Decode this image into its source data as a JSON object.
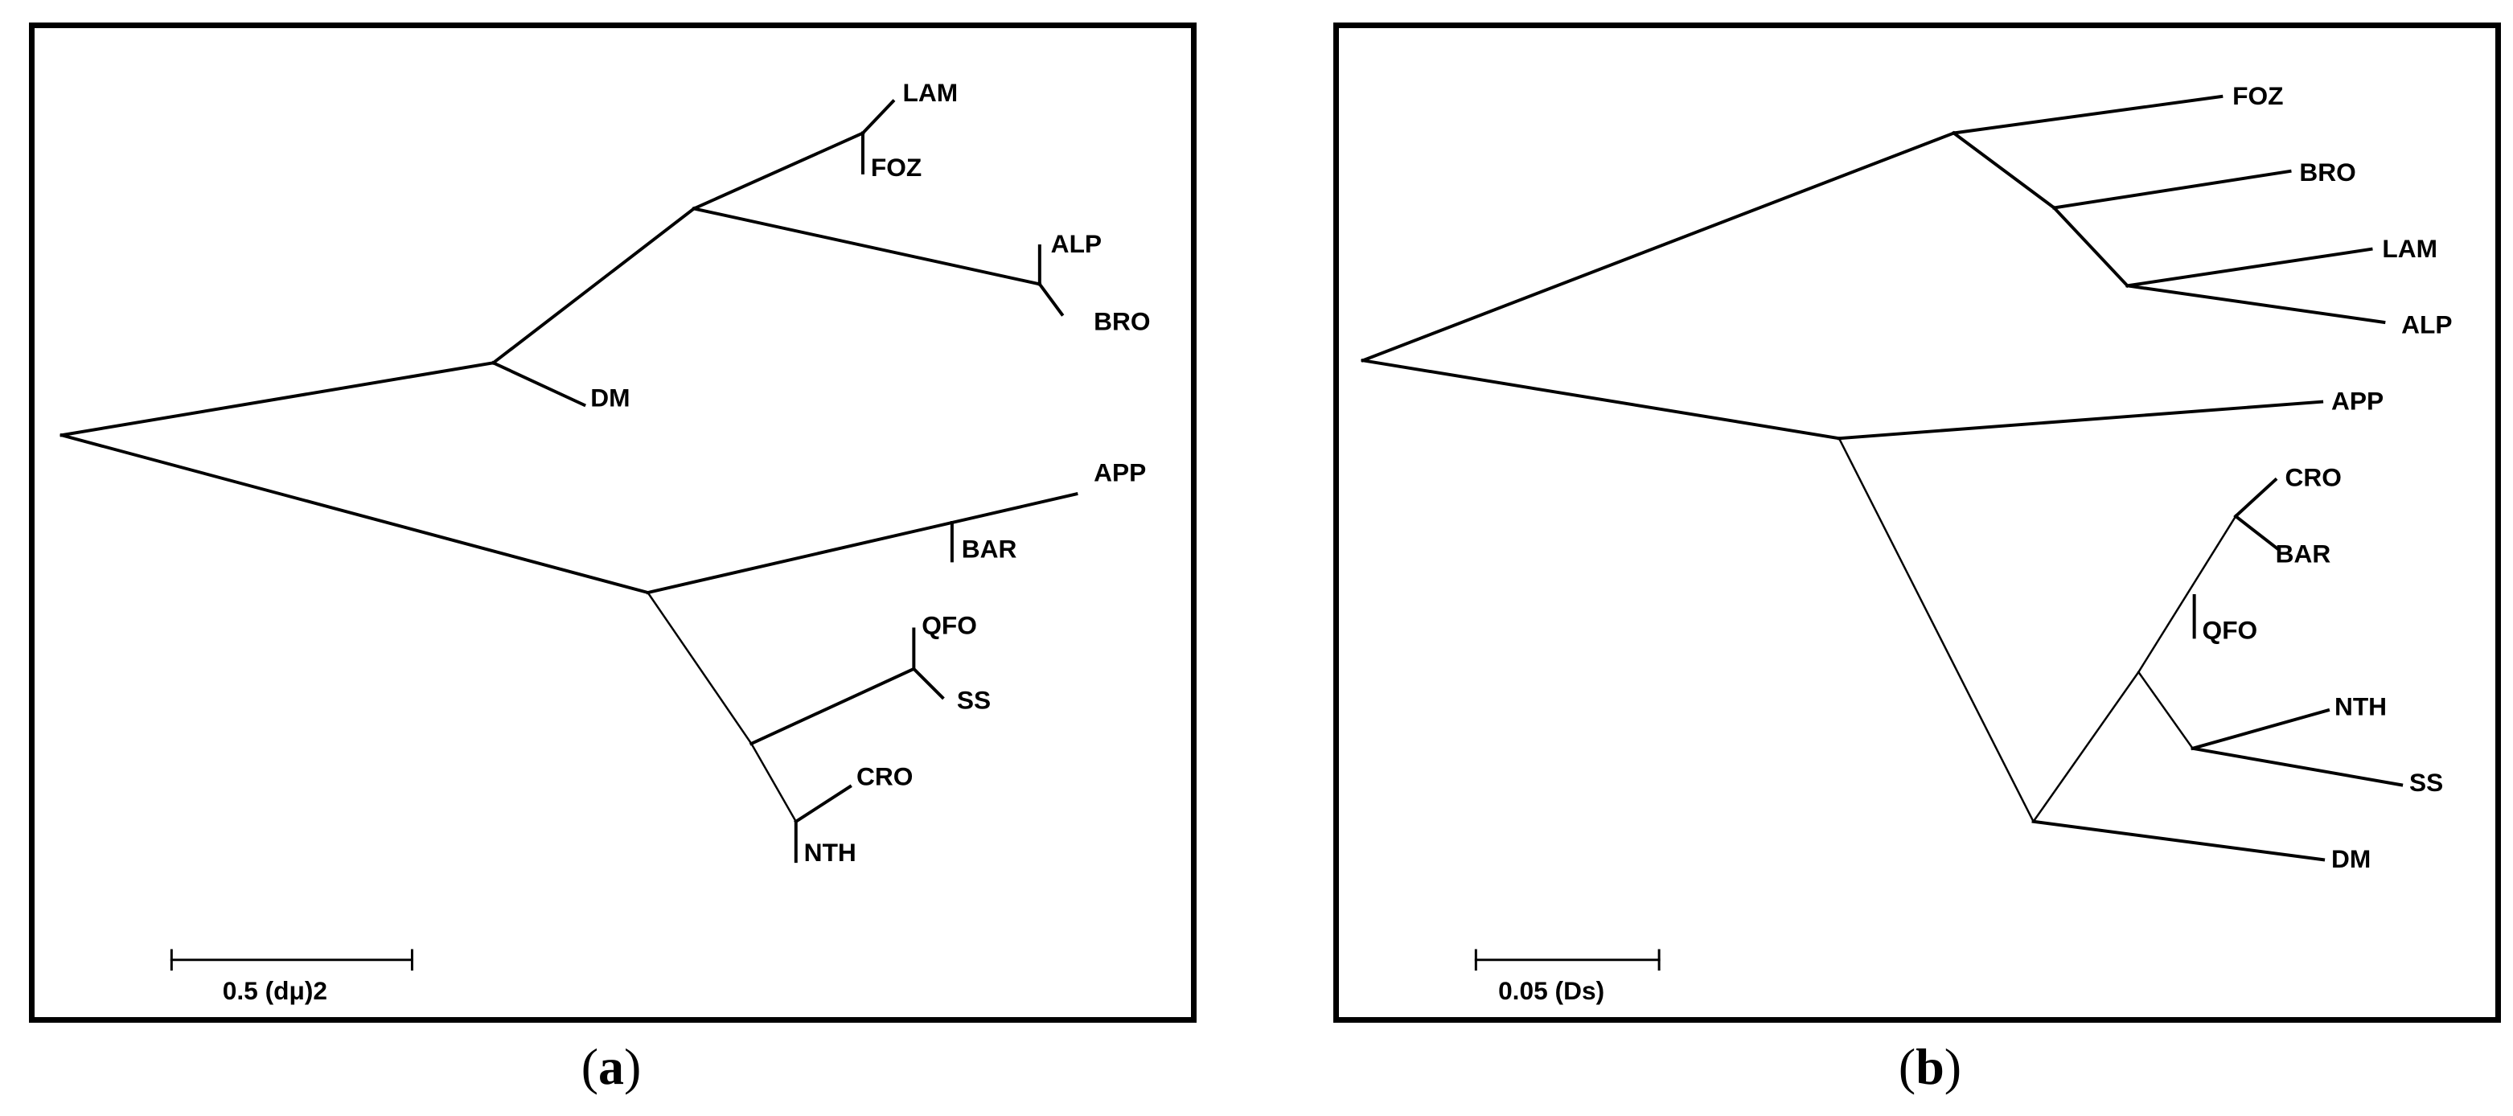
{
  "panels": [
    {
      "id": "a",
      "caption_letter": "a",
      "scale_label": "0.5 (dμ)2",
      "taxa": [
        "LAM",
        "FOZ",
        "ALP",
        "BRO",
        "DM",
        "APP",
        "BAR",
        "QFO",
        "SS",
        "CRO",
        "NTH"
      ]
    },
    {
      "id": "b",
      "caption_letter": "b",
      "scale_label": "0.05 (Ds)",
      "taxa": [
        "FOZ",
        "BRO",
        "LAM",
        "ALP",
        "APP",
        "CRO",
        "BAR",
        "QFO",
        "NTH",
        "SS",
        "DM"
      ]
    }
  ]
}
